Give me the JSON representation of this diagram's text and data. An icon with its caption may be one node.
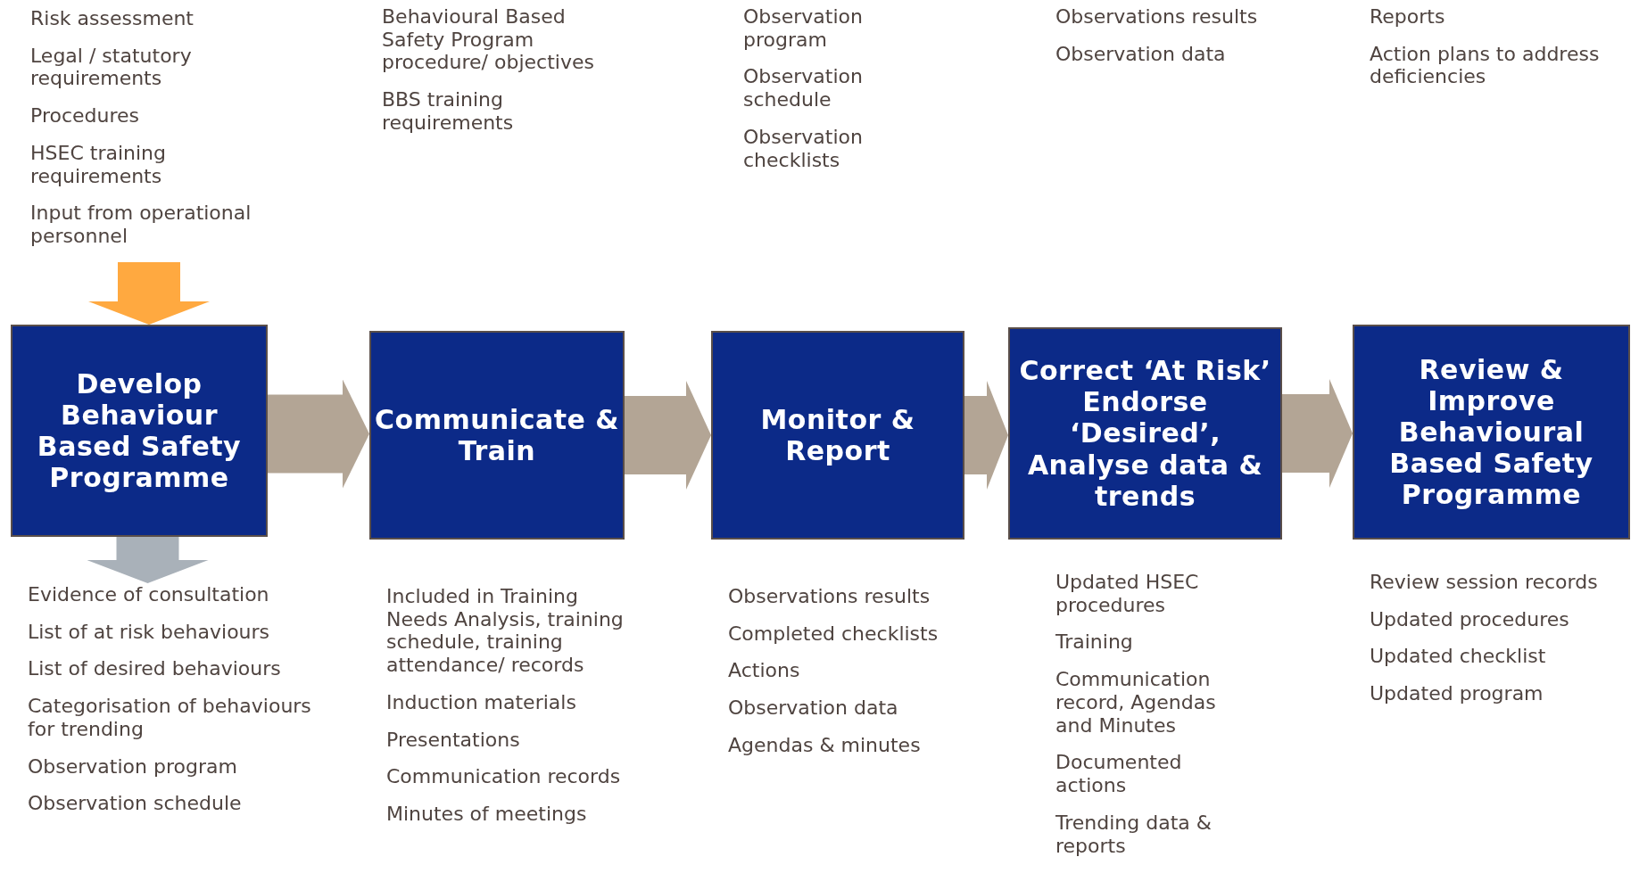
{
  "diagram": {
    "nodes": [
      {
        "text": [
          "Risk assessment",
          "Legal / statutory requirements",
          "Procedures",
          "HSEC training requirements",
          "Input from operational personnel"
        ]
      },
      {
        "text": [
          "Develop Behaviour Based Safety Programme"
        ]
      },
      {
        "text": [
          "Communicate & Train"
        ]
      },
      {
        "text": [
          "Monitor & Report"
        ]
      },
      {
        "text": [
          "Correct ‘At Risk’ Endorse ‘Desired’, Analyse data & trends"
        ]
      },
      {
        "text": [
          "Review & Improve Behavioural Based Safety Programme"
        ]
      },
      {
        "text": [
          "Evidence of consultation",
          "List of at risk behaviours",
          "List of desired behaviours",
          "Categorisation of behaviours for trending",
          "Observation program",
          "Observation schedule"
        ]
      }
    ],
    "edges": [
      {
        "from": 0,
        "to": 1,
        "arrow": "to",
        "color": "#ffa940"
      },
      {
        "from": 1,
        "to": 2,
        "arrow": "to"
      },
      {
        "from": 2,
        "to": 3,
        "arrow": "to"
      },
      {
        "from": 3,
        "to": 4,
        "arrow": "to"
      },
      {
        "from": 4,
        "to": 5,
        "arrow": "to"
      },
      {
        "from": 1,
        "to": 6,
        "arrow": "to",
        "color": "#a9b1b9"
      }
    ],
    "labels": [
      "Behavioural Based Safety Program procedure/ objectives",
      "BBS training requirements",
      "Observation program",
      "Observation schedule",
      "Observation checklists",
      "Observations results",
      "Observation data",
      "Reports",
      "Action plans to address deficiencies",
      "Included in Training Needs Analysis, training schedule, training attendance/ records",
      "Induction materials",
      "Presentations",
      "Communication records",
      "Minutes of meetings",
      "Observations results",
      "Completed checklists",
      "Actions",
      "Observation data",
      "Agendas & minutes",
      "Updated HSEC procedures",
      "Training",
      "Communication record, Agendas and Minutes",
      "Documented actions",
      "Trending data & reports",
      "Review session records",
      "Updated procedures",
      "Updated checklist",
      "Updated program"
    ]
  }
}
